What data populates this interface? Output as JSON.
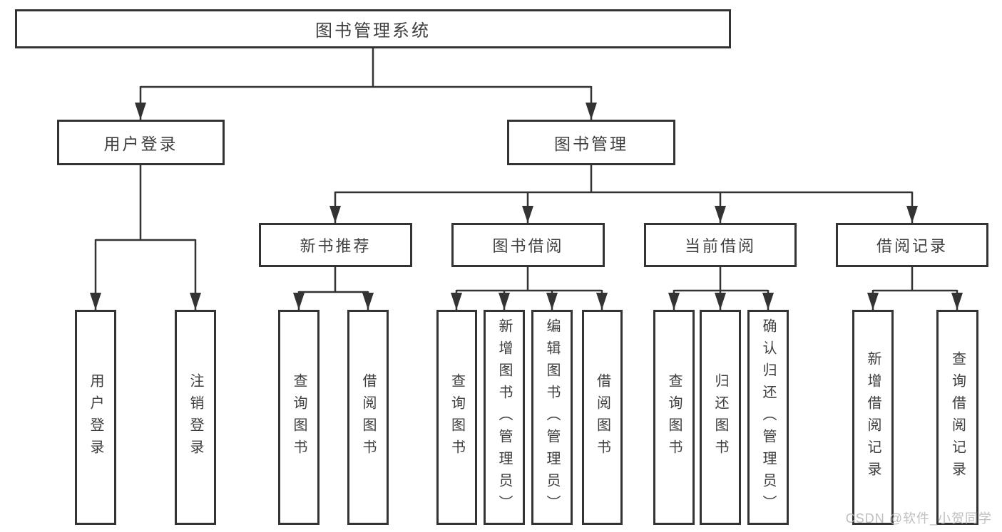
{
  "diagram": {
    "root": {
      "label": "图书管理系统"
    },
    "level2": [
      {
        "label": "用户登录",
        "children": [
          {
            "label": "用户登录"
          },
          {
            "label": "注销登录"
          }
        ]
      },
      {
        "label": "图书管理",
        "children": [
          {
            "label": "新书推荐",
            "children": [
              {
                "label": "查询图书"
              },
              {
                "label": "借阅图书"
              }
            ]
          },
          {
            "label": "图书借阅",
            "children": [
              {
                "label": "查询图书"
              },
              {
                "label": "新增图书（管理员）"
              },
              {
                "label": "编辑图书（管理员）"
              },
              {
                "label": "借阅图书"
              }
            ]
          },
          {
            "label": "当前借阅",
            "children": [
              {
                "label": "查询图书"
              },
              {
                "label": "归还图书"
              },
              {
                "label": "确认归还（管理员）"
              }
            ]
          },
          {
            "label": "借阅记录",
            "children": [
              {
                "label": "新增借阅记录"
              },
              {
                "label": "查询借阅记录"
              }
            ]
          }
        ]
      }
    ]
  },
  "watermark": "CSDN @软件_小贺同学",
  "colors": {
    "line": "#333333",
    "text": "#3f3f3f",
    "watermark": "#b4b4b4",
    "background": "#ffffff"
  }
}
